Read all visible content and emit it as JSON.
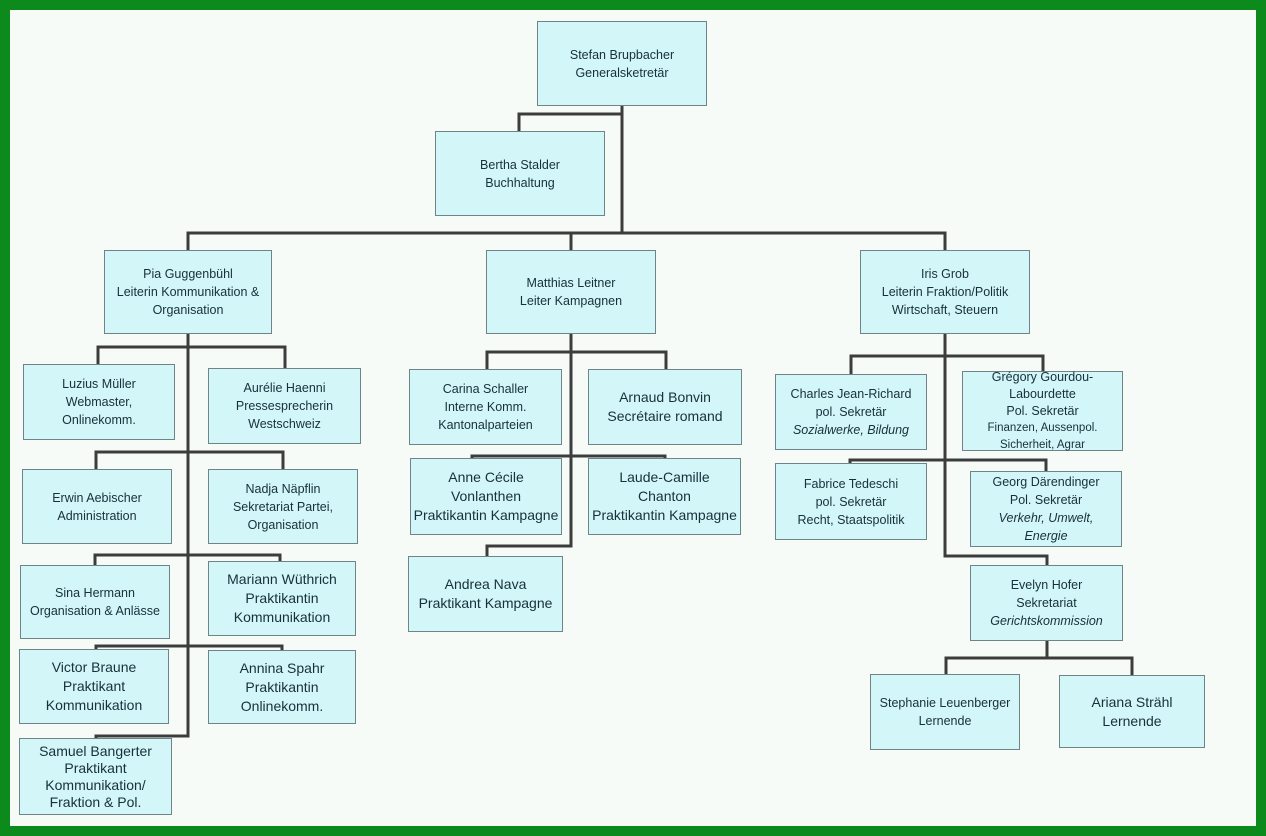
{
  "chart_data": {
    "type": "org-chart",
    "nodes": [
      {
        "id": "brupbacher",
        "parent": null,
        "name": "Stefan Brupbacher",
        "role": "Generalsketretär"
      },
      {
        "id": "stalder",
        "parent": "brupbacher",
        "name": "Bertha Stalder",
        "role": "Buchhaltung"
      },
      {
        "id": "guggenbuehl",
        "parent": "brupbacher",
        "name": "Pia Guggenbühl",
        "role": "Leiterin Kommunikation & Organisation"
      },
      {
        "id": "leitner",
        "parent": "brupbacher",
        "name": "Matthias Leitner",
        "role": "Leiter Kampagnen"
      },
      {
        "id": "grob",
        "parent": "brupbacher",
        "name": "Iris Grob",
        "role": "Leiterin Fraktion/Politik Wirtschaft, Steuern"
      },
      {
        "id": "mueller",
        "parent": "guggenbuehl",
        "name": "Luzius Müller",
        "role": "Webmaster, Onlinekomm."
      },
      {
        "id": "haenni",
        "parent": "guggenbuehl",
        "name": "Aurélie Haenni",
        "role": "Pressesprecherin Westschweiz"
      },
      {
        "id": "aebischer",
        "parent": "guggenbuehl",
        "name": "Erwin Aebischer",
        "role": "Administration"
      },
      {
        "id": "naepflin",
        "parent": "guggenbuehl",
        "name": "Nadja Näpflin",
        "role": "Sekretariat Partei, Organisation"
      },
      {
        "id": "hermann",
        "parent": "guggenbuehl",
        "name": "Sina Hermann",
        "role": "Organisation & Anlässe"
      },
      {
        "id": "wuethrich",
        "parent": "guggenbuehl",
        "name": "Mariann Wüthrich",
        "role": "Praktikantin Kommunikation"
      },
      {
        "id": "braune",
        "parent": "guggenbuehl",
        "name": "Victor Braune",
        "role": "Praktikant Kommunikation"
      },
      {
        "id": "spahr",
        "parent": "guggenbuehl",
        "name": "Annina Spahr",
        "role": "Praktikantin Onlinekomm."
      },
      {
        "id": "bangerter",
        "parent": "guggenbuehl",
        "name": "Samuel Bangerter",
        "role": "Praktikant Kommunikation/ Fraktion & Pol."
      },
      {
        "id": "schaller",
        "parent": "leitner",
        "name": "Carina Schaller",
        "role": "Interne Komm. Kantonalparteien"
      },
      {
        "id": "bonvin",
        "parent": "leitner",
        "name": "Arnaud Bonvin",
        "role": "Secrétaire romand"
      },
      {
        "id": "vonlanthen",
        "parent": "leitner",
        "name": "Anne Cécile Vonlanthen",
        "role": "Praktikantin Kampagne"
      },
      {
        "id": "chanton",
        "parent": "leitner",
        "name": "Laude-Camille Chanton",
        "role": "Praktikantin Kampagne"
      },
      {
        "id": "nava",
        "parent": "leitner",
        "name": "Andrea Nava",
        "role": "Praktikant Kampagne"
      },
      {
        "id": "jeanrichard",
        "parent": "grob",
        "name": "Charles Jean-Richard",
        "role": "pol. Sekretär Sozialwerke, Bildung"
      },
      {
        "id": "gourdou",
        "parent": "grob",
        "name": "Grégory Gourdou-Labourdette",
        "role": "Pol. Sekretär Finanzen, Aussenpol. Sicherheit, Agrar"
      },
      {
        "id": "tedeschi",
        "parent": "grob",
        "name": "Fabrice Tedeschi",
        "role": "pol. Sekretär Recht, Staatspolitik"
      },
      {
        "id": "daerendinger",
        "parent": "grob",
        "name": "Georg Därendinger",
        "role": "Pol. Sekretär Verkehr, Umwelt, Energie"
      },
      {
        "id": "hofer",
        "parent": "grob",
        "name": "Evelyn Hofer",
        "role": "Sekretariat Gerichtskommission"
      },
      {
        "id": "leuenberger",
        "parent": "hofer",
        "name": "Stephanie Leuenberger",
        "role": "Lernende"
      },
      {
        "id": "straehl",
        "parent": "hofer",
        "name": "Ariana Strähl",
        "role": "Lernende"
      }
    ]
  },
  "colors": {
    "frame": "#0c8a1c",
    "background": "#f6fbf8",
    "box_fill": "#d3f6f8",
    "box_border": "#6f8486",
    "connector": "#3c3c3c",
    "text": "#17303a"
  },
  "boxes": {
    "brupbacher": {
      "lines": [
        "Stefan Brupbacher",
        "Generalsketretär"
      ]
    },
    "stalder": {
      "lines": [
        "Bertha Stalder",
        "Buchhaltung"
      ]
    },
    "guggenbuehl": {
      "lines": [
        "Pia Guggenbühl",
        "Leiterin Kommunikation &",
        "Organisation"
      ]
    },
    "leitner": {
      "lines": [
        "Matthias Leitner",
        "Leiter Kampagnen"
      ]
    },
    "grob": {
      "lines": [
        "Iris Grob",
        "Leiterin Fraktion/Politik",
        "Wirtschaft, Steuern"
      ]
    },
    "mueller": {
      "lines": [
        "Luzius Müller",
        "Webmaster,",
        "Onlinekomm."
      ]
    },
    "haenni": {
      "lines": [
        "Aurélie Haenni",
        "Pressesprecherin",
        "Westschweiz"
      ]
    },
    "aebischer": {
      "lines": [
        "Erwin Aebischer",
        "Administration"
      ]
    },
    "naepflin": {
      "lines": [
        "Nadja Näpflin",
        "Sekretariat Partei,",
        "Organisation"
      ]
    },
    "hermann": {
      "lines": [
        "Sina Hermann",
        "Organisation & Anlässe"
      ]
    },
    "wuethrich": {
      "lines": [
        "Mariann Wüthrich",
        "Praktikantin",
        "Kommunikation"
      ]
    },
    "braune": {
      "lines": [
        "Victor Braune",
        "Praktikant",
        "Kommunikation"
      ]
    },
    "spahr": {
      "lines": [
        "Annina Spahr",
        "Praktikantin",
        "Onlinekomm."
      ]
    },
    "bangerter": {
      "lines": [
        "Samuel Bangerter",
        "Praktikant",
        "Kommunikation/",
        "Fraktion & Pol."
      ]
    },
    "schaller": {
      "lines": [
        "Carina Schaller",
        "Interne Komm.",
        "Kantonalparteien"
      ]
    },
    "bonvin": {
      "lines": [
        "Arnaud Bonvin",
        "Secrétaire romand"
      ]
    },
    "vonlanthen": {
      "lines": [
        "Anne Cécile",
        "Vonlanthen",
        "Praktikantin Kampagne"
      ]
    },
    "chanton": {
      "lines": [
        "Laude-Camille Chanton",
        "Praktikantin Kampagne"
      ]
    },
    "nava": {
      "lines": [
        "Andrea Nava",
        "Praktikant Kampagne"
      ]
    },
    "jeanrichard": {
      "lines": [
        "Charles Jean-Richard",
        "pol. Sekretär",
        "Sozialwerke, Bildung"
      ],
      "italic": [
        2
      ]
    },
    "gourdou": {
      "lines": [
        "Grégory Gourdou-",
        "Labourdette",
        "Pol. Sekretär",
        "Finanzen, Aussenpol.",
        "Sicherheit, Agrar"
      ]
    },
    "tedeschi": {
      "lines": [
        "Fabrice Tedeschi",
        "pol. Sekretär",
        "Recht, Staatspolitik"
      ]
    },
    "daerendinger": {
      "lines": [
        "Georg Därendinger",
        "Pol. Sekretär",
        "Verkehr, Umwelt,",
        "Energie"
      ],
      "italic": [
        2,
        3
      ]
    },
    "hofer": {
      "lines": [
        "Evelyn Hofer",
        "Sekretariat",
        "Gerichtskommission"
      ],
      "italic": [
        2
      ]
    },
    "leuenberger": {
      "lines": [
        "Stephanie Leuenberger",
        "Lernende"
      ]
    },
    "straehl": {
      "lines": [
        "Ariana Strähl",
        "Lernende"
      ]
    }
  }
}
